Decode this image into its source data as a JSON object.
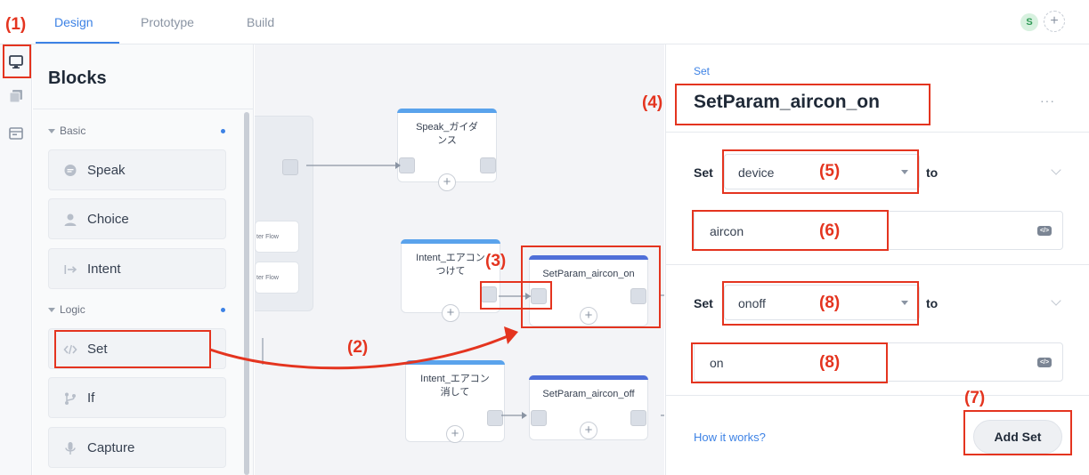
{
  "tabs": [
    "Design",
    "Prototype",
    "Build"
  ],
  "avatar": {
    "initial": "S",
    "add": "+"
  },
  "rail_icons": [
    "monitor-icon",
    "library-icon",
    "window-icon"
  ],
  "blocks_panel": {
    "title": "Blocks",
    "sections": [
      {
        "label": "Basic",
        "items": [
          {
            "label": "Speak",
            "icon": "speech-bubble-icon"
          },
          {
            "label": "Choice",
            "icon": "person-icon"
          },
          {
            "label": "Intent",
            "icon": "arrow-bar-icon"
          }
        ]
      },
      {
        "label": "Logic",
        "items": [
          {
            "label": "Set",
            "icon": "code-icon"
          },
          {
            "label": "If",
            "icon": "branch-icon"
          },
          {
            "label": "Capture",
            "icon": "microphone-icon"
          }
        ]
      }
    ]
  },
  "canvas": {
    "flow_chips": [
      "ter Flow",
      "ter Flow"
    ],
    "nodes": {
      "speak": "Speak_ガイダンス",
      "intent_on": "Intent_エアコンつけて",
      "set_on": "SetParam_aircon_on",
      "intent_off": "Intent_エアコン消して",
      "set_off": "SetParam_aircon_off"
    },
    "plus": "+"
  },
  "right_panel": {
    "type_label": "Set",
    "title": "SetParam_aircon_on",
    "more": "···",
    "set_label": "Set",
    "to_label": "to",
    "rows": [
      {
        "variable": "device",
        "value": "aircon"
      },
      {
        "variable": "onoff",
        "value": "on"
      }
    ],
    "code_badge": "</>",
    "how_link": "How it works?",
    "add_button": "Add Set"
  },
  "annotations": [
    "(1)",
    "(2)",
    "(3)",
    "(4)",
    "(5)",
    "(6)",
    "(7)",
    "(8)",
    "(8)"
  ],
  "colors": {
    "accent": "#3d82e5",
    "annotation": "#e4341f",
    "node_bar": "#5aa3ec",
    "node_bar_active": "#4f6fd8"
  }
}
